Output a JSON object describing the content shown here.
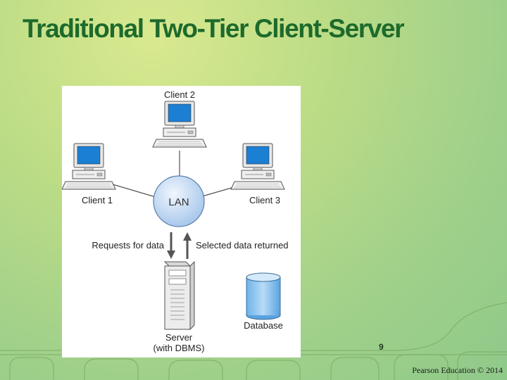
{
  "slide": {
    "title": "Traditional Two-Tier Client-Server",
    "page_number": "9",
    "copyright": "Pearson Education © 2014"
  },
  "diagram": {
    "nodes": {
      "client1": "Client 1",
      "client2": "Client 2",
      "client3": "Client 3",
      "lan": "LAN",
      "server_line1": "Server",
      "server_line2": "(with DBMS)",
      "database": "Database"
    },
    "arrows": {
      "request": "Requests for data",
      "response": "Selected data returned"
    }
  },
  "colors": {
    "title": "#1d6a2c",
    "lan_fill": "#c9def4",
    "screen": "#1b7fd4"
  }
}
